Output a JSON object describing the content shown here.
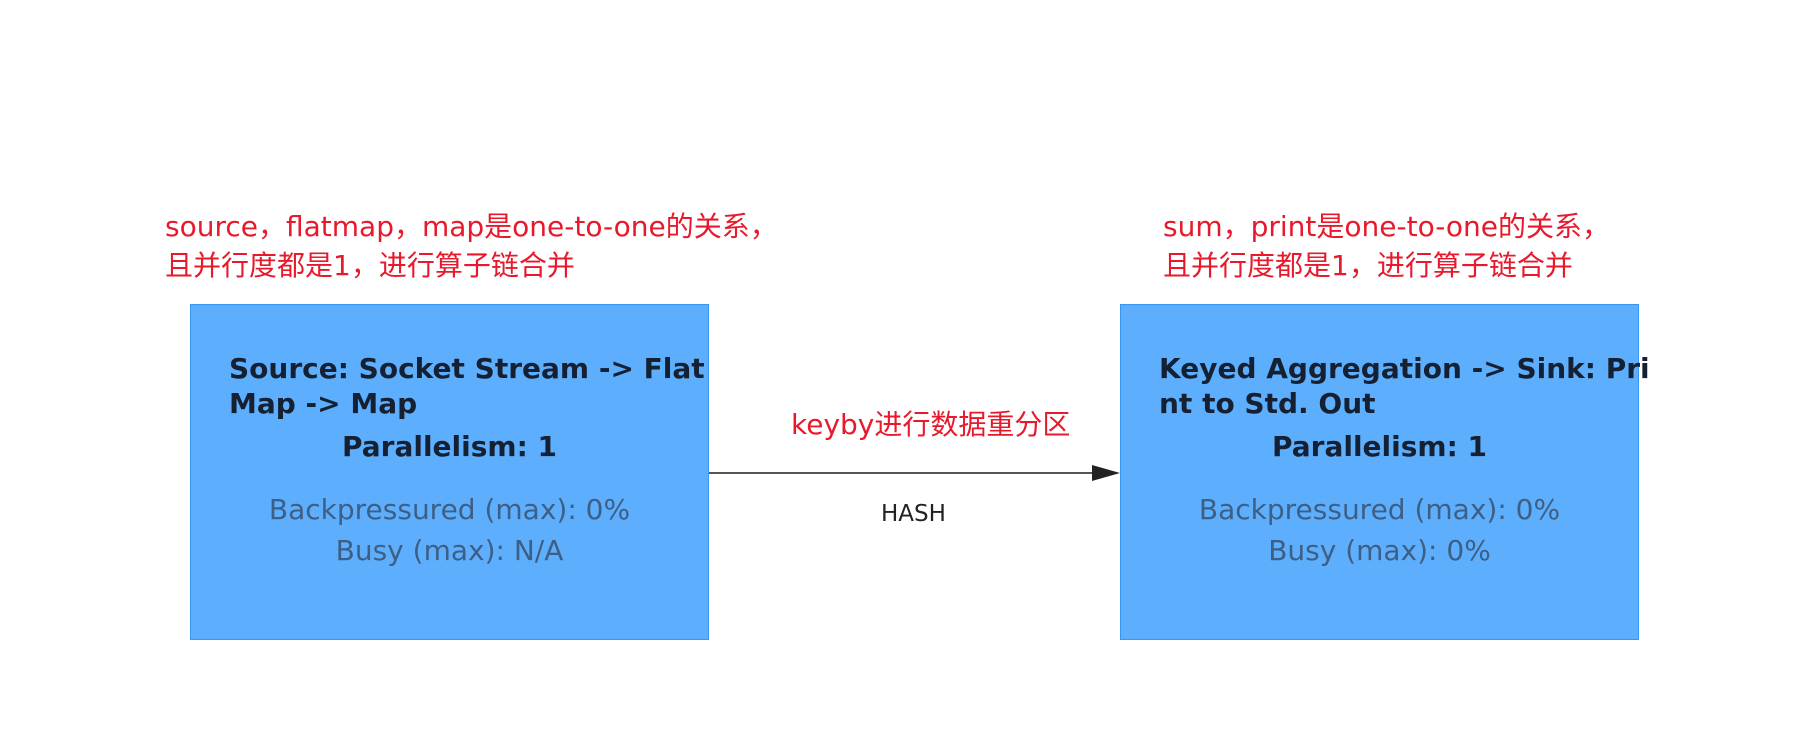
{
  "annotations": {
    "left": {
      "line1": "source，flatmap，map是one-to-one的关系，",
      "line2": "且并行度都是1，进行算子链合并"
    },
    "right": {
      "line1": "sum，print是one-to-one的关系，",
      "line2": "且并行度都是1，进行算子链合并"
    },
    "edge": "keyby进行数据重分区"
  },
  "nodes": {
    "source": {
      "title_line1": "Source: Socket Stream -> Flat",
      "title_line2": "Map -> Map",
      "parallelism": "Parallelism: 1",
      "backpressured": "Backpressured (max): 0%",
      "busy": "Busy (max): N/A"
    },
    "sink": {
      "title_line1": "Keyed Aggregation -> Sink: Pri",
      "title_line2": "nt to Std. Out",
      "parallelism": "Parallelism: 1",
      "backpressured": "Backpressured (max): 0%",
      "busy": "Busy (max): 0%"
    }
  },
  "edge": {
    "label": "HASH"
  },
  "colors": {
    "node_fill": "#5daffd",
    "node_border": "#3a97f0",
    "annotation": "#e8192c",
    "edge": "#555555"
  }
}
